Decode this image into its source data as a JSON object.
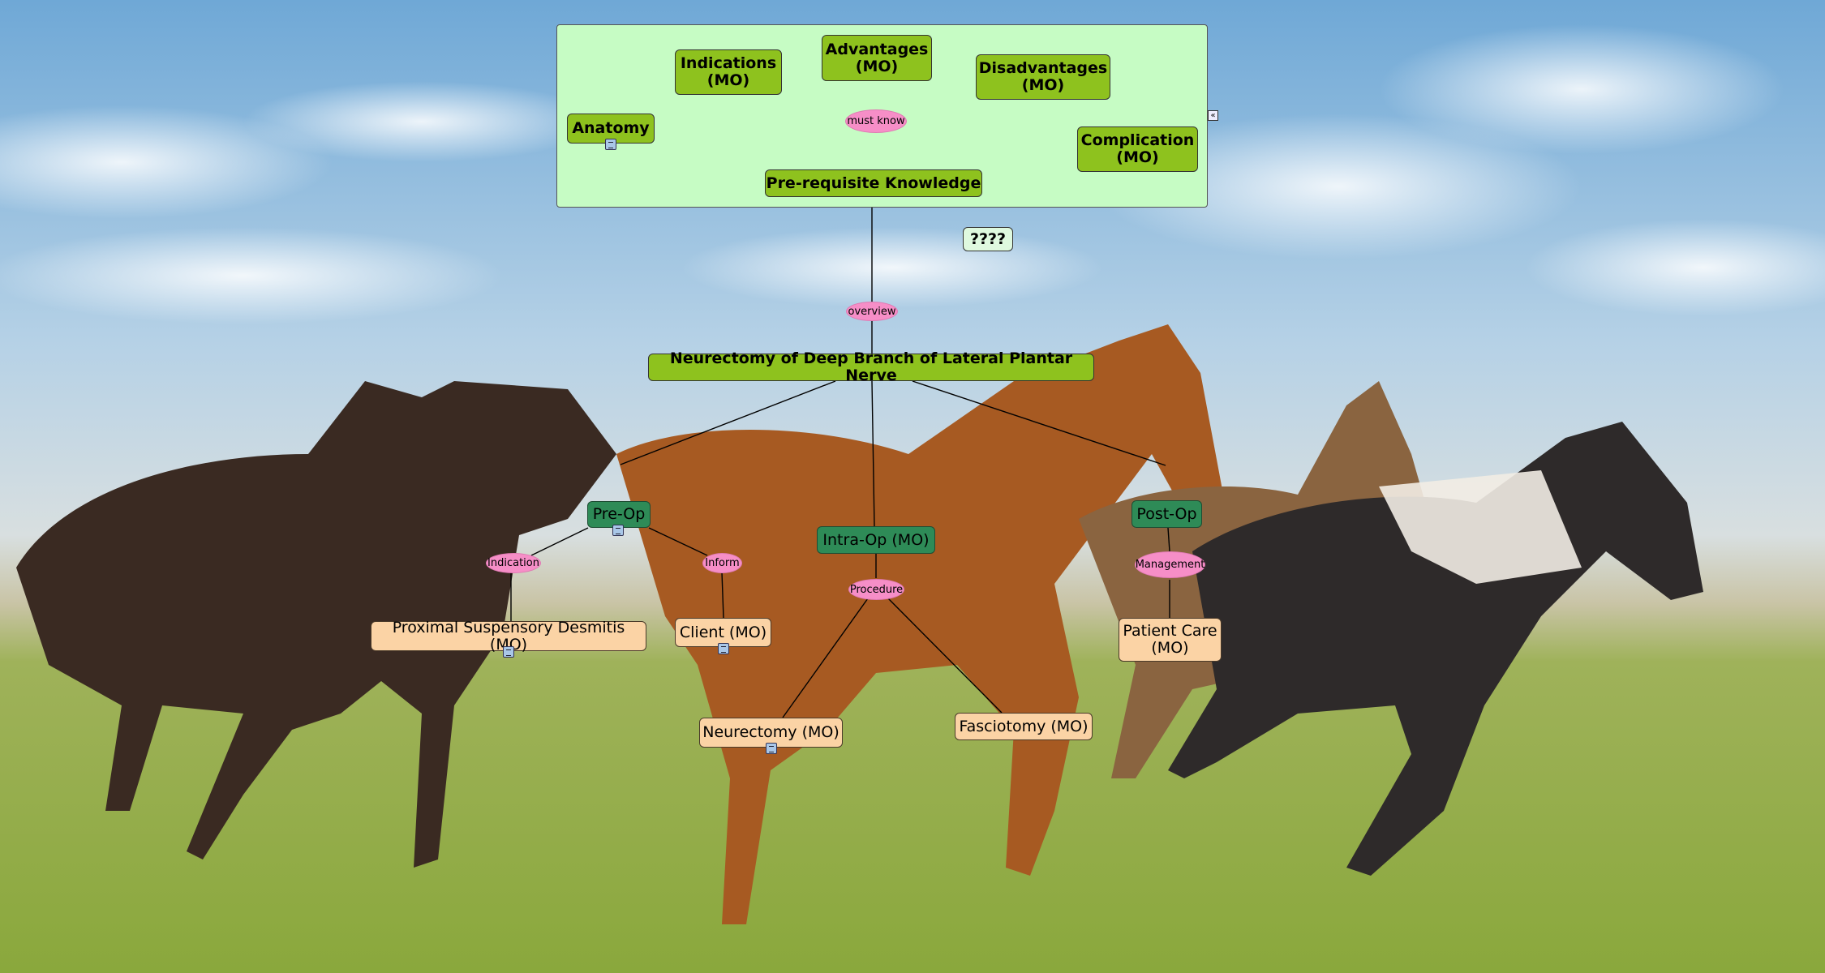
{
  "concepts": {
    "indications": "Indications\n(MO)",
    "advantages": "Advantages\n(MO)",
    "disadvantages": "Disadvantages\n(MO)",
    "anatomy": "Anatomy",
    "complication": "Complication\n(MO)",
    "prereq": "Pre-requisite Knowledge",
    "unknown": "????",
    "main": "Neurectomy of Deep Branch of Lateral Plantar Nerve",
    "preop": "Pre-Op",
    "intraop": "Intra-Op (MO)",
    "postop": "Post-Op",
    "proximal": "Proximal Suspensory Desmitis (MO)",
    "client": "Client (MO)",
    "neurectomy": "Neurectomy (MO)",
    "fasciotomy": "Fasciotomy (MO)",
    "patient_care": "Patient Care\n(MO)"
  },
  "link_labels": {
    "must_know": "must know",
    "overview": "overview",
    "indication": "Indication",
    "inform": "Inform",
    "procedure": "Procedure",
    "management": "Management"
  },
  "icons": {
    "collapse": "collapse-toggle-icon",
    "resource": "resource-attachment-icon"
  },
  "colors": {
    "group_fill": "#c6fcc4",
    "concept_lime": "#8ec21e",
    "concept_teal": "#2e8b57",
    "concept_peach": "#fbd3a5",
    "link_label_pink": "#f68ec7"
  }
}
